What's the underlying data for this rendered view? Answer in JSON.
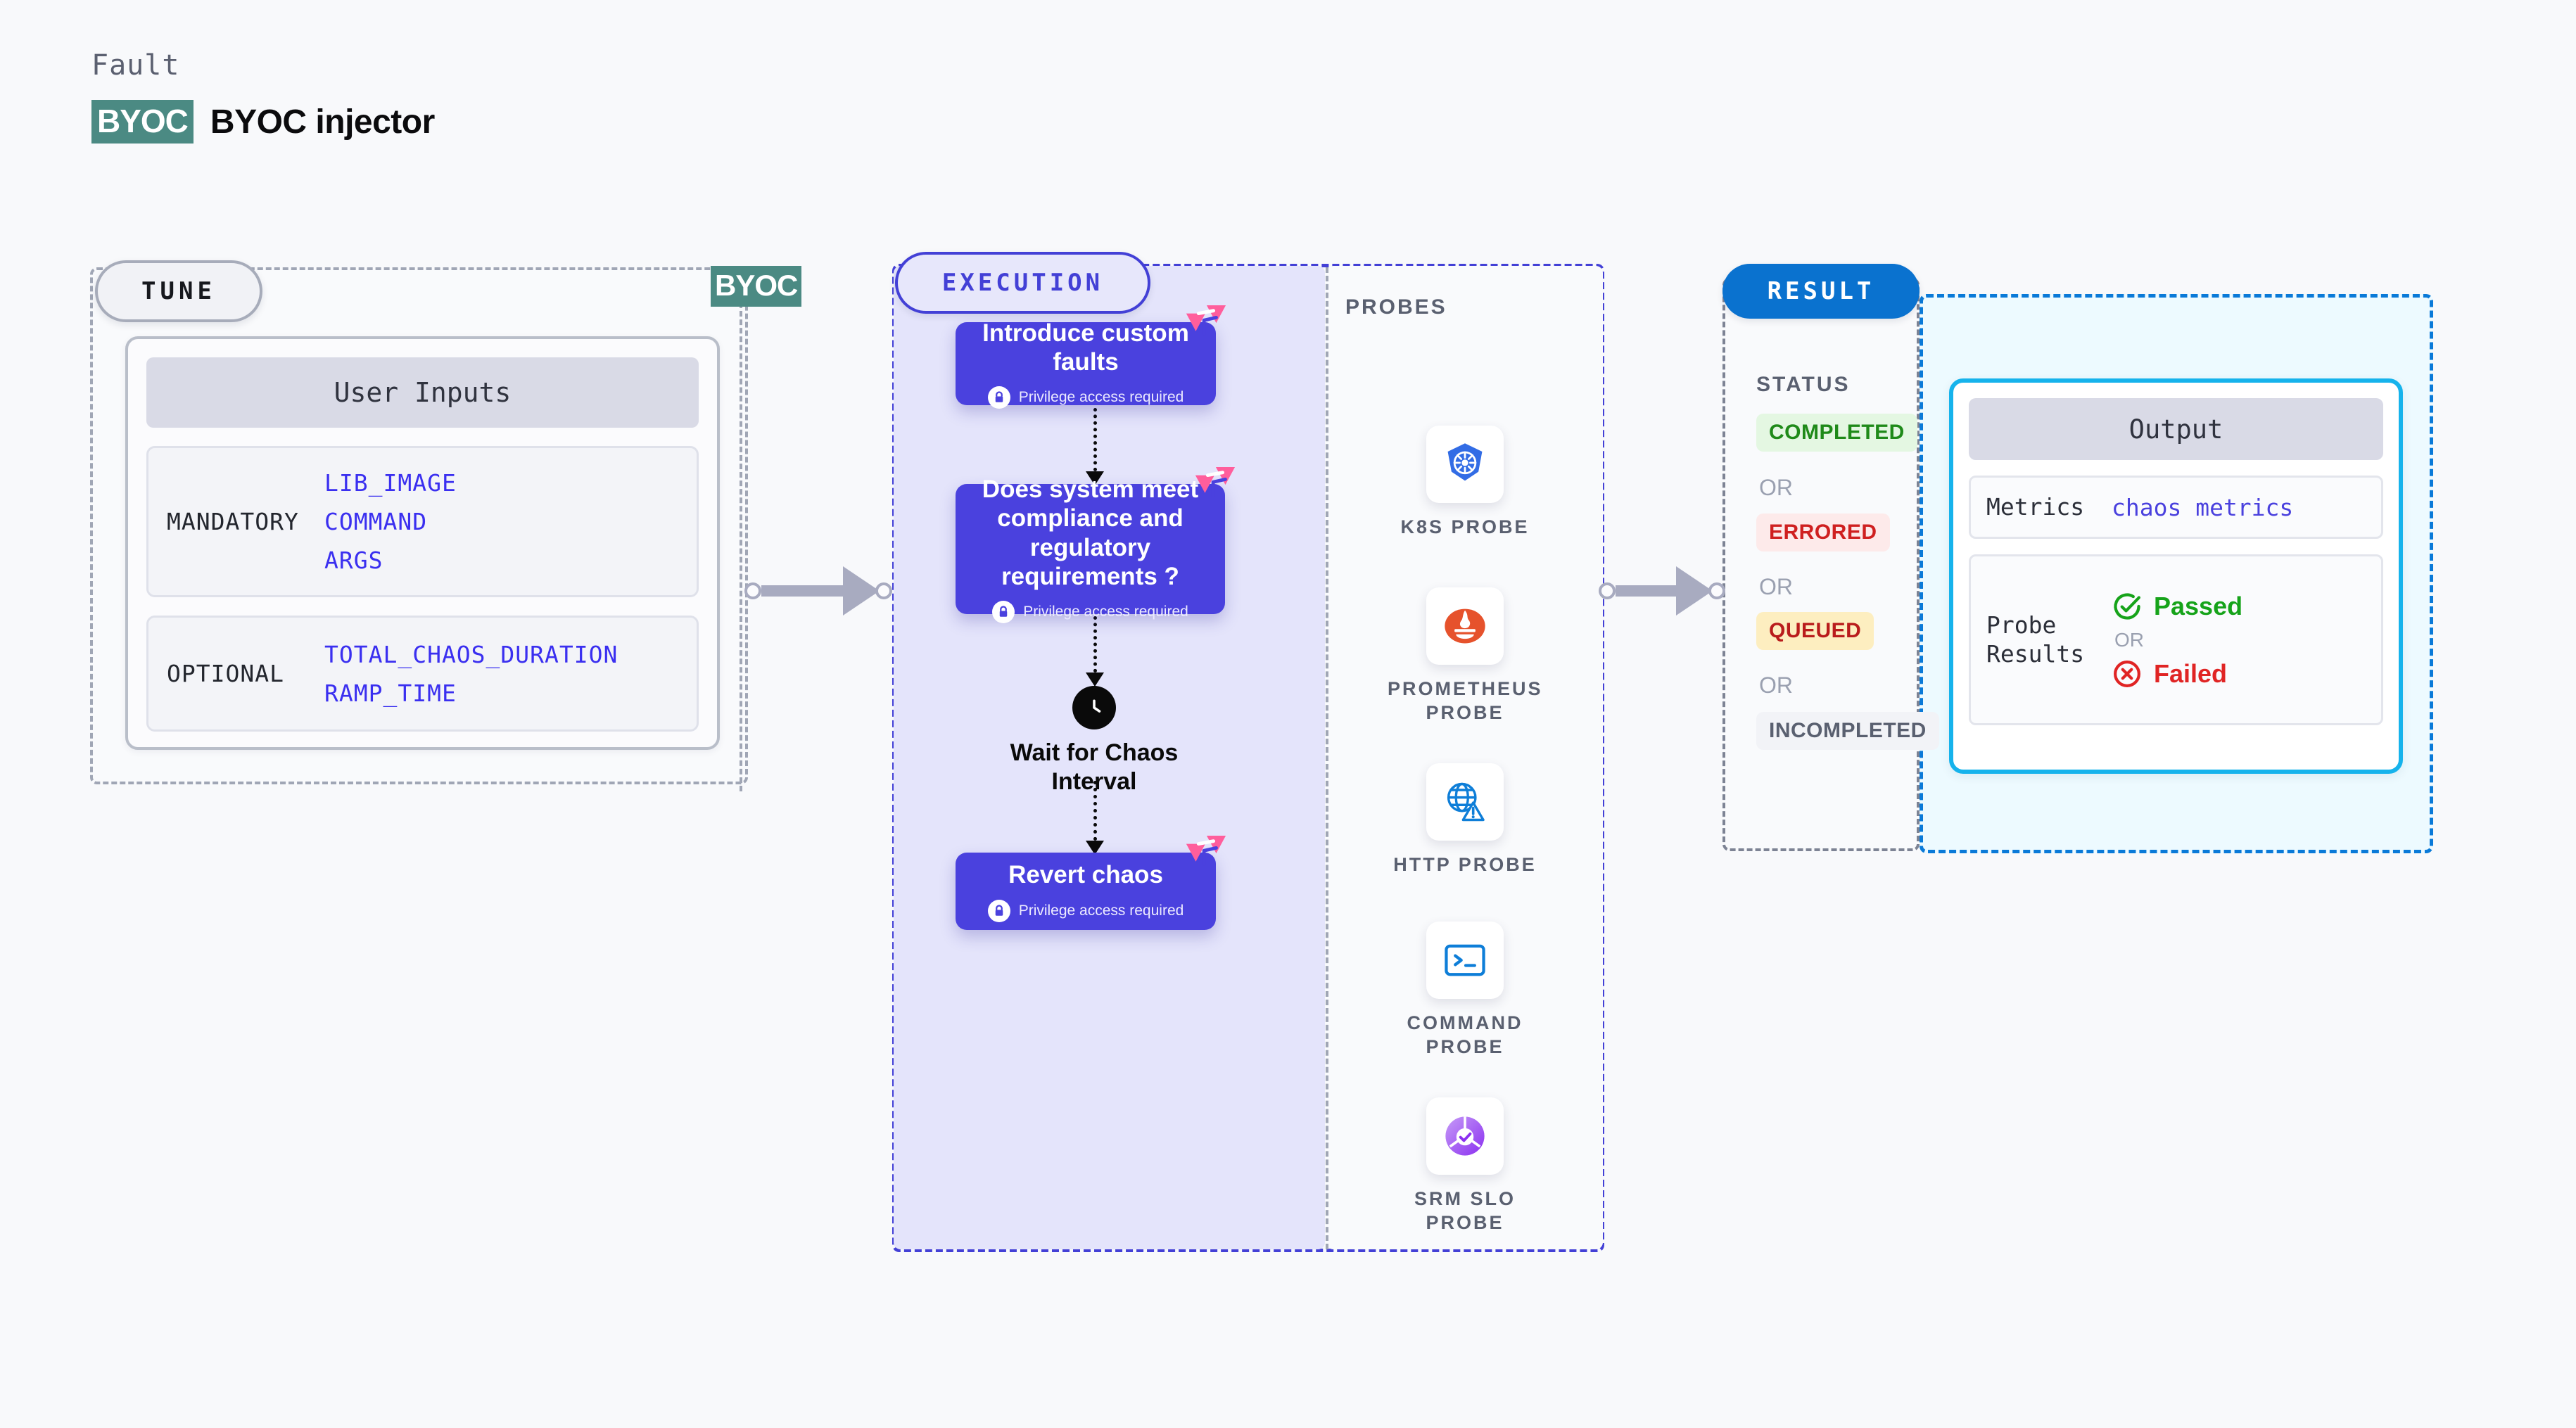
{
  "header": {
    "kicker": "Fault",
    "badge": "BYOC",
    "title": "BYOC injector"
  },
  "tune": {
    "pill_label": "TUNE",
    "edge_badge": "BYOC",
    "card_header": "User Inputs",
    "groups": [
      {
        "name": "MANDATORY",
        "values": [
          "LIB_IMAGE",
          "COMMAND",
          "ARGS"
        ]
      },
      {
        "name": "OPTIONAL",
        "values": [
          "TOTAL_CHAOS_DURATION",
          "RAMP_TIME"
        ]
      }
    ]
  },
  "execution": {
    "pill_label": "EXECUTION",
    "privilege_text": "Privilege access required",
    "nodes": [
      {
        "title": "Introduce custom faults",
        "privilege": true
      },
      {
        "title": "Does system meet compliance and regulatory requirements ?",
        "privilege": true
      },
      {
        "title": "Revert chaos",
        "privilege": true
      }
    ],
    "wait_label": "Wait for Chaos Interval"
  },
  "probes": {
    "section_label": "PROBES",
    "items": [
      {
        "label": "K8S PROBE",
        "icon": "kubernetes-icon"
      },
      {
        "label": "PROMETHEUS PROBE",
        "icon": "prometheus-icon"
      },
      {
        "label": "HTTP PROBE",
        "icon": "globe-warning-icon"
      },
      {
        "label": "COMMAND PROBE",
        "icon": "terminal-icon"
      },
      {
        "label": "SRM SLO PROBE",
        "icon": "srm-slo-icon"
      }
    ]
  },
  "result": {
    "pill_label": "RESULT",
    "status_label": "STATUS",
    "or_label": "OR",
    "statuses": [
      {
        "label": "COMPLETED",
        "bg": "#e4f7e2",
        "fg": "#1f8a19"
      },
      {
        "label": "ERRORED",
        "bg": "#fdeaea",
        "fg": "#cf2020"
      },
      {
        "label": "QUEUED",
        "bg": "#fdeec0",
        "fg": "#b91c1c"
      },
      {
        "label": "INCOMPLETED",
        "bg": "#f2f3f7",
        "fg": "#5a6070"
      }
    ],
    "output": {
      "header": "Output",
      "metrics_label": "Metrics",
      "metrics_value": "chaos metrics",
      "probe_results_label": "Probe Results",
      "passed_label": "Passed",
      "failed_label": "Failed",
      "or_label": "OR"
    }
  },
  "colors": {
    "execution_purple": "#4a41de",
    "execution_fill": "#e4e4fb",
    "result_blue": "#0a72cf",
    "output_cyan": "#16b3ec",
    "output_fill": "#edfaff",
    "byoc_teal": "#4b8a83",
    "harness_pink": "#ff5e9c",
    "param_blue": "#3a2ff0"
  }
}
